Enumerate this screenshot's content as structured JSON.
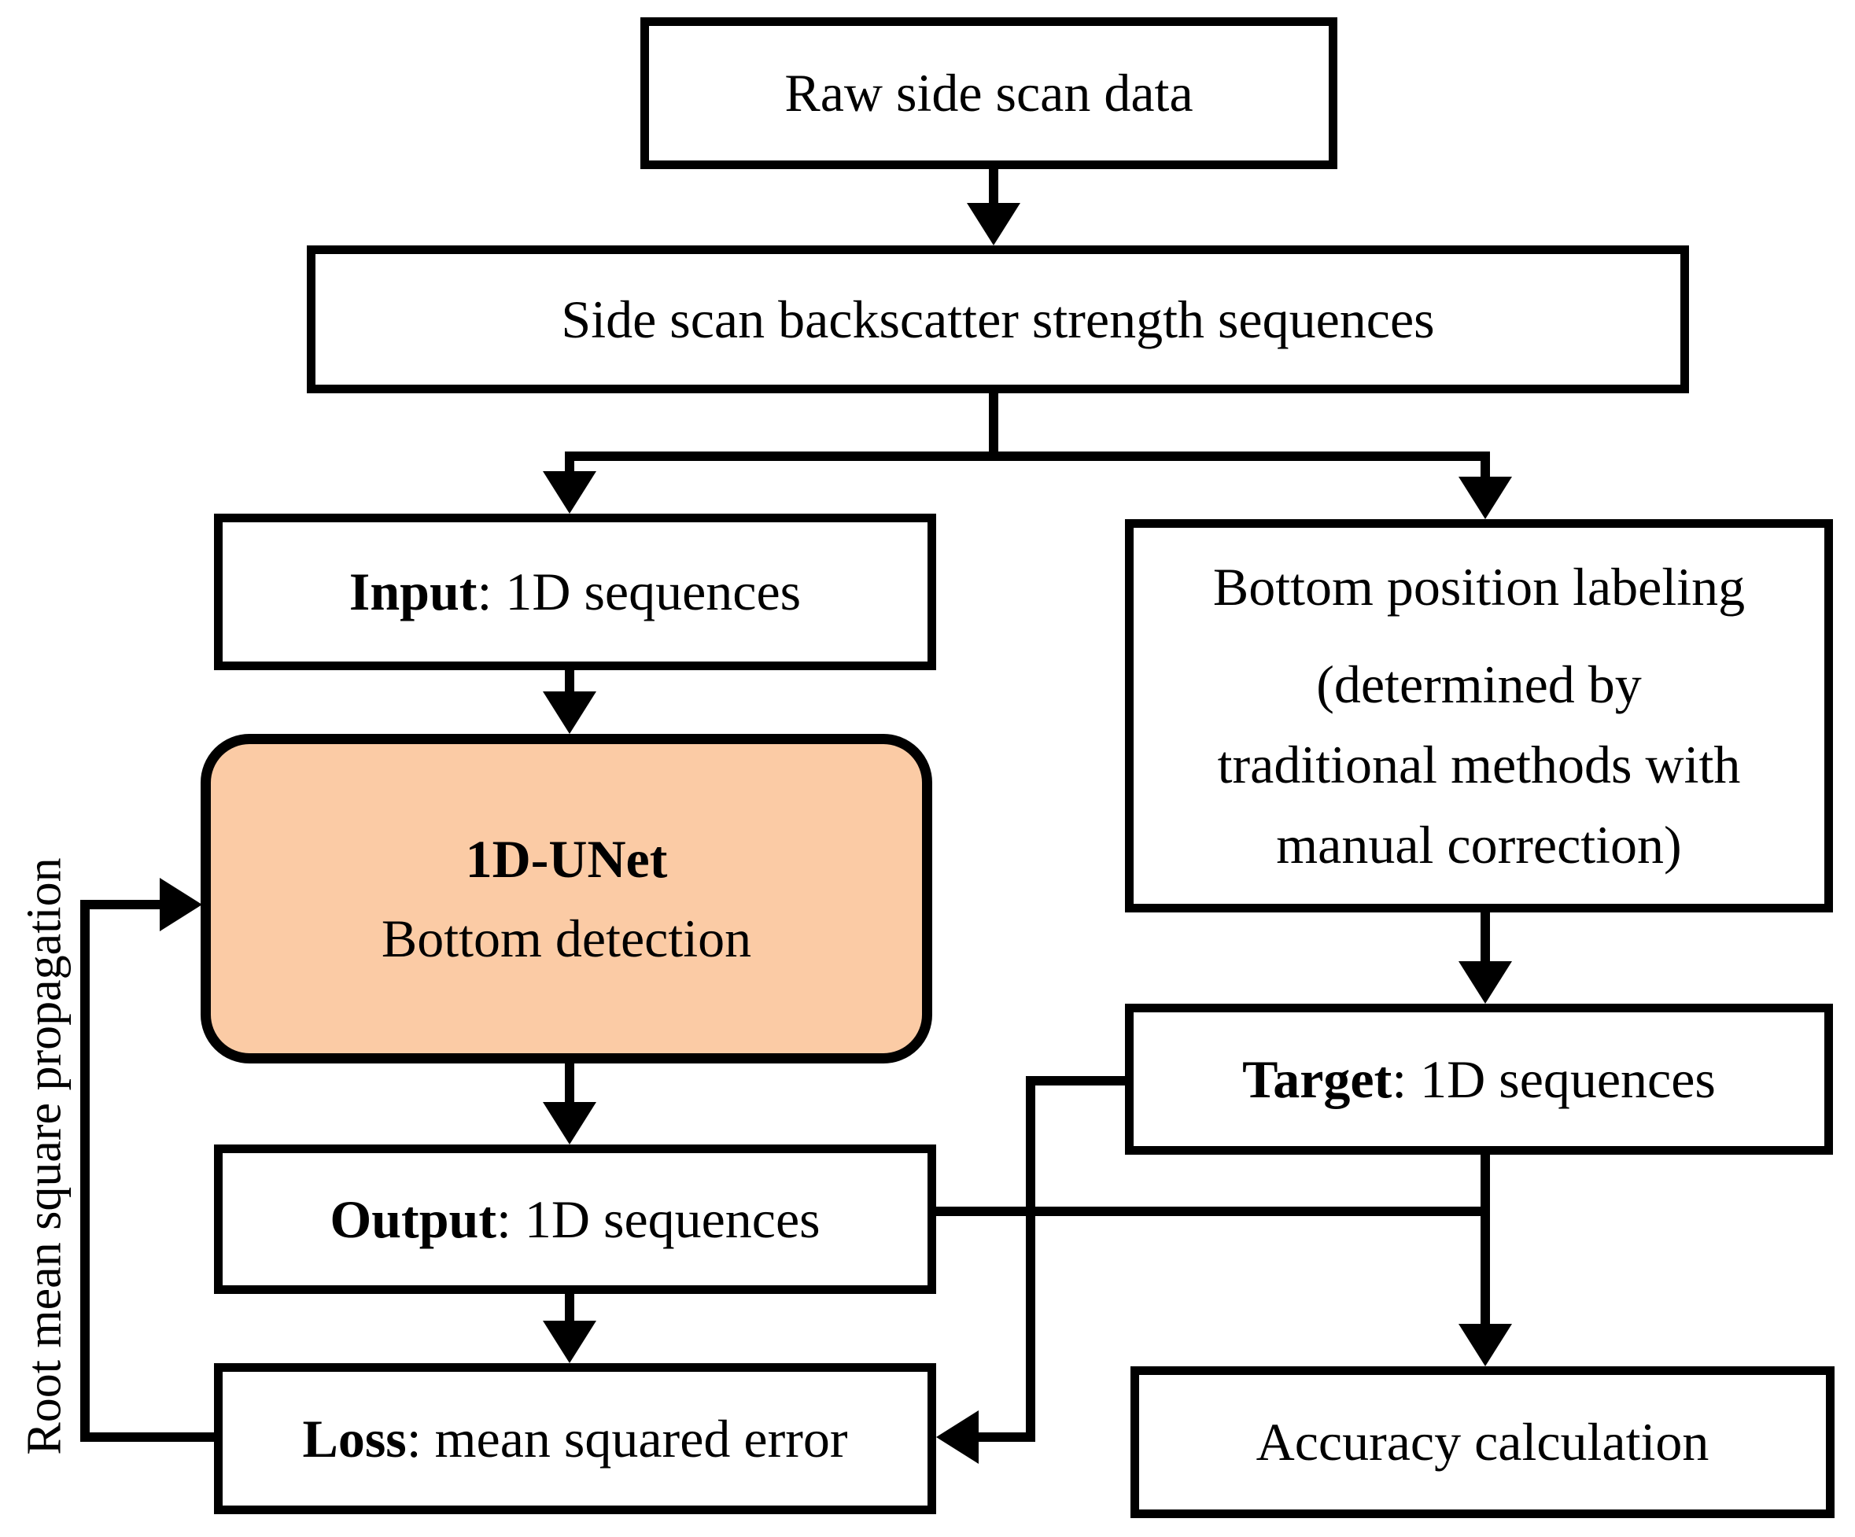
{
  "figure": {
    "background": "#FFFFFF",
    "line_color": "#000000",
    "unet_fill": "#FBCBA5"
  },
  "nodes": {
    "raw": {
      "label": "Raw side scan data"
    },
    "backscatter": {
      "label": "Side scan backscatter strength sequences"
    },
    "input": {
      "bold": "Input",
      "rest": ": 1D sequences"
    },
    "unet": {
      "title": "1D-UNet",
      "subtitle": "Bottom detection"
    },
    "labeling": {
      "lines": [
        "Bottom position labeling",
        "(determined by",
        "traditional methods with",
        "manual correction)"
      ]
    },
    "target": {
      "bold": "Target",
      "rest": ": 1D sequences"
    },
    "output": {
      "bold": "Output",
      "rest": ": 1D sequences"
    },
    "loss": {
      "bold": "Loss",
      "rest": ": mean squared error"
    },
    "accuracy": {
      "label": "Accuracy calculation"
    }
  },
  "annotations": {
    "optimizer": "Root mean square propagation"
  }
}
